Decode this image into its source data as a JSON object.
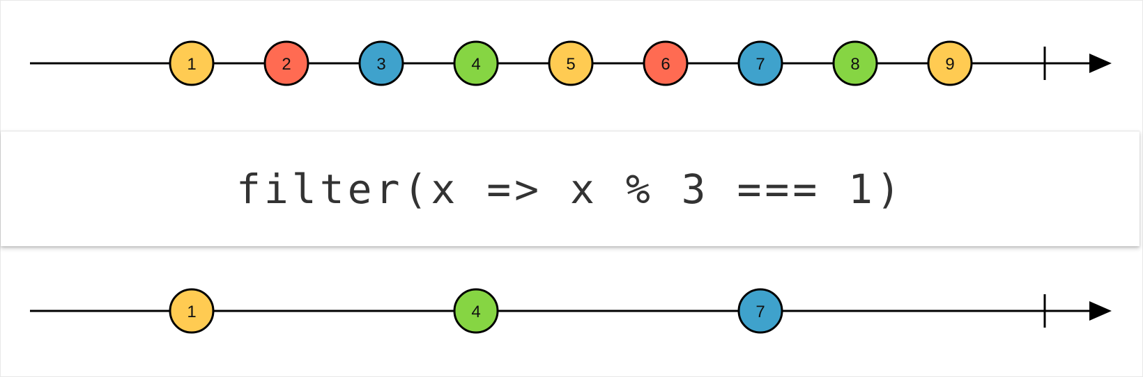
{
  "diagram": {
    "operator": "filter(x => x % 3 === 1)",
    "input": {
      "items": [
        {
          "label": "1",
          "color": "#FFCB52"
        },
        {
          "label": "2",
          "color": "#FF6B52"
        },
        {
          "label": "3",
          "color": "#3FA2CC"
        },
        {
          "label": "4",
          "color": "#86D543"
        },
        {
          "label": "5",
          "color": "#FFCB52"
        },
        {
          "label": "6",
          "color": "#FF6B52"
        },
        {
          "label": "7",
          "color": "#3FA2CC"
        },
        {
          "label": "8",
          "color": "#86D543"
        },
        {
          "label": "9",
          "color": "#FFCB52"
        }
      ],
      "completes": true
    },
    "output": {
      "items": [
        {
          "label": "1",
          "color": "#FFCB52"
        },
        {
          "label": "4",
          "color": "#86D543"
        },
        {
          "label": "7",
          "color": "#3FA2CC"
        }
      ],
      "completes": true
    }
  }
}
